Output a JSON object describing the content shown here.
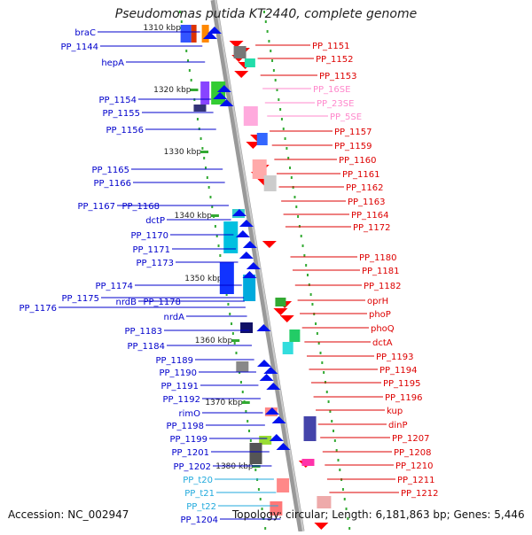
{
  "title": "Pseudomonas putida KT2440, complete genome",
  "footer": {
    "accession": "Accession: NC_002947",
    "topology": "Topology: circular; Length: 6,181,863 bp; Genes: 5,446"
  },
  "colors": {
    "left_label": "#0000cc",
    "right_label": "#dd0000",
    "rna_label": "#ff88cc",
    "trna_label": "#22aadd",
    "backbone": "#999999",
    "tick": "#33aa33"
  },
  "scale": {
    "labels": [
      "1310 kbp",
      "1320 kbp",
      "1330 kbp",
      "1340 kbp",
      "1350 kbp",
      "1360 kbp",
      "1370 kbp",
      "1380 kbp"
    ]
  },
  "left_labels": [
    "braC",
    "PP_1144",
    "hepA",
    "PP_1154",
    "PP_1155",
    "PP_1156",
    "PP_1165",
    "PP_1166",
    "PP_1167",
    "PP_1168",
    "dctP",
    "PP_1170",
    "PP_1171",
    "PP_1173",
    "PP_1174",
    "PP_1175",
    "PP_1176",
    "nrdB",
    "PP_1178",
    "nrdA",
    "PP_1183",
    "PP_1184",
    "PP_1189",
    "PP_1190",
    "PP_1191",
    "PP_1192",
    "rimO",
    "PP_1198",
    "PP_1199",
    "PP_1201",
    "PP_1202",
    "PP_t20",
    "PP_t21",
    "PP_t22",
    "PP_1204"
  ],
  "right_labels": [
    "PP_1151",
    "PP_1152",
    "PP_1153",
    "PP_16SE",
    "PP_23SE",
    "PP_5SE",
    "PP_1157",
    "PP_1159",
    "PP_1160",
    "PP_1161",
    "PP_1162",
    "PP_1163",
    "PP_1164",
    "PP_1172",
    "PP_1180",
    "PP_1181",
    "PP_1182",
    "oprH",
    "phoP",
    "phoQ",
    "dctA",
    "PP_1193",
    "PP_1194",
    "PP_1195",
    "PP_1196",
    "kup",
    "dinP",
    "PP_1207",
    "PP_1208",
    "PP_1210",
    "PP_1211",
    "PP_1212"
  ]
}
